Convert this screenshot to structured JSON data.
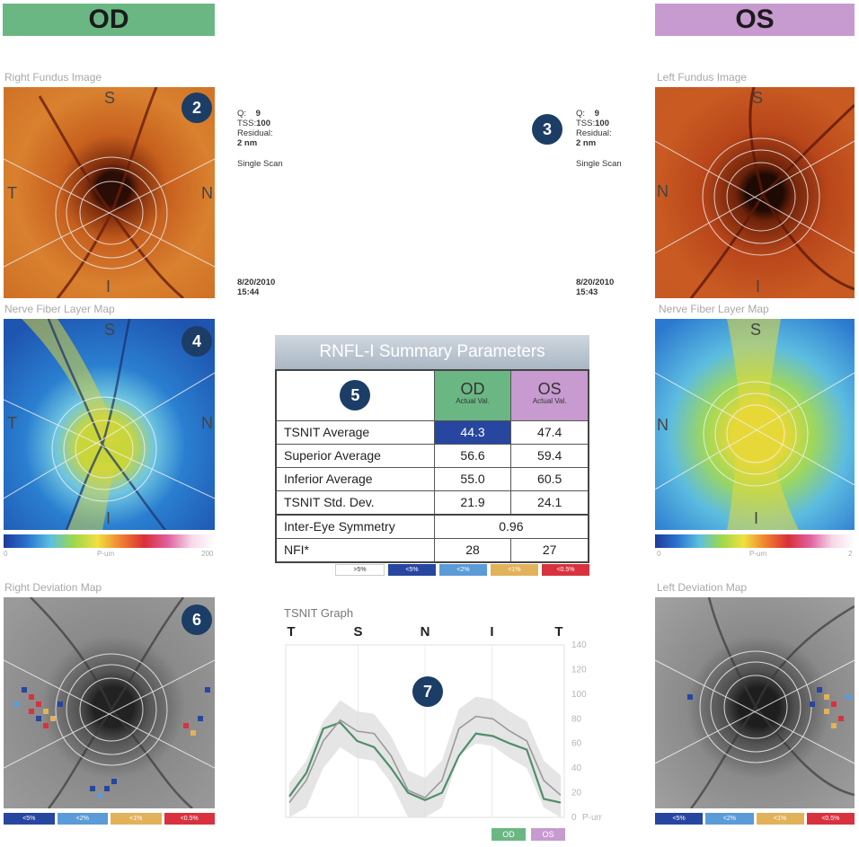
{
  "headers": {
    "od": "OD",
    "os": "OS"
  },
  "captions": {
    "right_fundus": "Right Fundus Image",
    "left_fundus": "Left Fundus Image",
    "right_nfl": "Nerve Fiber Layer Map",
    "left_nfl": "Nerve Fiber Layer Map",
    "right_dev": "Right Deviation Map",
    "left_dev": "Left Deviation Map",
    "tsnit_graph": "TSNIT Graph"
  },
  "badges": {
    "b2": "2",
    "b3": "3",
    "b4": "4",
    "b5": "5",
    "b6": "6",
    "b7": "7"
  },
  "od_meta": {
    "q_label": "Q:",
    "q": "9",
    "tss_label": "TSS:",
    "tss": "100",
    "residual_label": "Residual:",
    "residual": "2 nm",
    "scan": "Single Scan",
    "date": "8/20/2010",
    "time": "15:44"
  },
  "os_meta": {
    "q_label": "Q:",
    "q": "9",
    "tss_label": "TSS:",
    "tss": "100",
    "residual_label": "Residual:",
    "residual": "2 nm",
    "scan": "Single Scan",
    "date": "8/20/2010",
    "time": "15:43"
  },
  "orient": {
    "s": "S",
    "t": "T",
    "n": "N",
    "i": "I"
  },
  "colorbar": {
    "min": "0",
    "unit": "P-um",
    "max_right": "200",
    "max_left": "2"
  },
  "summary": {
    "title": "RNFL-I Summary Parameters",
    "col_od": "OD",
    "col_os": "OS",
    "col_sub": "Actual Val.",
    "rows": [
      {
        "label": "TSNIT Average",
        "od": "44.3",
        "os": "47.4"
      },
      {
        "label": "Superior Average",
        "od": "56.6",
        "os": "59.4"
      },
      {
        "label": "Inferior Average",
        "od": "55.0",
        "os": "60.5"
      },
      {
        "label": "TSNIT Std. Dev.",
        "od": "21.9",
        "os": "24.1"
      }
    ],
    "symmetry_label": "Inter-Eye Symmetry",
    "symmetry": "0.96",
    "nfi_label": "NFI*",
    "nfi_od": "28",
    "nfi_os": "27"
  },
  "severity": {
    "gt5": ">5%",
    "lt5": "<5%",
    "lt2": "<2%",
    "lt1": "<1%",
    "lt05": "<0.5%"
  },
  "colors": {
    "od": "#6bb784",
    "os": "#c79ad0",
    "sev_lt5": "#2746a0",
    "sev_lt2": "#5b9bd8",
    "sev_lt1": "#e2b25a",
    "sev_lt05": "#d8323f",
    "highlight": "#2746a0"
  },
  "chart_data": {
    "type": "line",
    "title": "TSNIT Graph",
    "x_categories": [
      "T",
      "S",
      "N",
      "I",
      "T"
    ],
    "ylabel": "P-um",
    "ylim": [
      0,
      140
    ],
    "yticks": [
      0,
      20,
      40,
      60,
      80,
      100,
      120,
      140
    ],
    "series": [
      {
        "name": "OD",
        "values": [
          17,
          36,
          72,
          77,
          62,
          57,
          40,
          20,
          14,
          20,
          50,
          68,
          66,
          60,
          55,
          15,
          12
        ]
      },
      {
        "name": "OS",
        "values": [
          12,
          30,
          62,
          79,
          70,
          68,
          50,
          22,
          16,
          30,
          72,
          82,
          80,
          70,
          62,
          30,
          18
        ]
      }
    ],
    "legend": [
      "OD",
      "OS"
    ]
  }
}
